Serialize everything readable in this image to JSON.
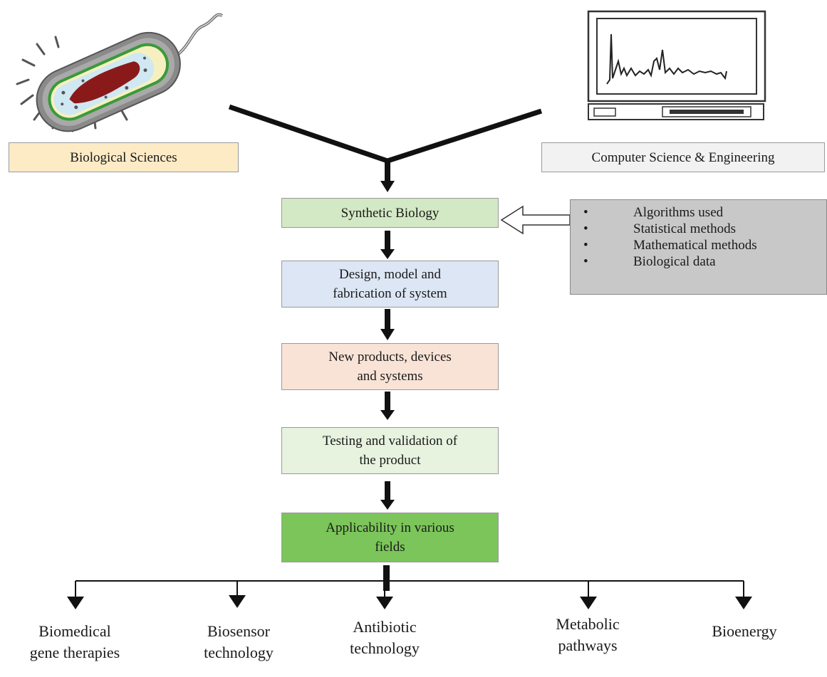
{
  "sources": {
    "left_label": "Biological  Sciences",
    "right_label": "Computer Science & Engineering"
  },
  "flow": [
    {
      "id": "synthetic-biology",
      "label": "Synthetic Biology",
      "color": "#d3e8c4"
    },
    {
      "id": "design-model",
      "label": "Design, model and\nfabrication of system",
      "color": "#dde6f4"
    },
    {
      "id": "new-products",
      "label": "New products, devices\nand systems",
      "color": "#f9e3d6"
    },
    {
      "id": "testing-validation",
      "label": "Testing and validation of\nthe product",
      "color": "#e7f2df"
    },
    {
      "id": "applicability",
      "label": "Applicability in various\nfields",
      "color": "#7bc55a"
    }
  ],
  "inputs_box": {
    "bullet": "•",
    "items": [
      "Algorithms used",
      "Statistical methods",
      "Mathematical methods",
      "Biological  data"
    ]
  },
  "applications": [
    "Biomedical\ngene therapies",
    "Biosensor\ntechnology",
    "Antibiotic\ntechnology",
    "Metabolic\npathways",
    "Bioenergy"
  ],
  "colors": {
    "left_label_bg": "#fdebc6",
    "right_label_bg": "#f2f2f2",
    "inputs_bg": "#c8c8c8"
  },
  "icons": [
    "bacterium-illustration",
    "computer-monitor-graph-illustration"
  ]
}
